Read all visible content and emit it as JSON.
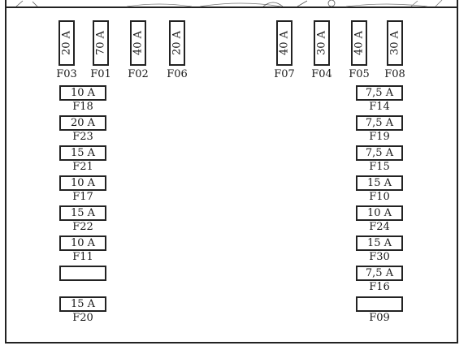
{
  "top_row": [
    {
      "rating": "20 A",
      "code": "F03"
    },
    {
      "rating": "70 A",
      "code": "F01"
    },
    {
      "rating": "40 A",
      "code": "F02"
    },
    {
      "rating": "20 A",
      "code": "F06"
    },
    {
      "rating": "40 A",
      "code": "F07"
    },
    {
      "rating": "30 A",
      "code": "F04"
    },
    {
      "rating": "40 A",
      "code": "F05"
    },
    {
      "rating": "30 A",
      "code": "F08"
    }
  ],
  "left_column": [
    {
      "rating": "10 A",
      "code": "F18"
    },
    {
      "rating": "20 A",
      "code": "F23"
    },
    {
      "rating": "15 A",
      "code": "F21"
    },
    {
      "rating": "10 A",
      "code": "F17"
    },
    {
      "rating": "15 A",
      "code": "F22"
    },
    {
      "rating": "10 A",
      "code": "F11"
    },
    {
      "rating": "",
      "code": ""
    },
    {
      "rating": "15 A",
      "code": "F20"
    }
  ],
  "right_column": [
    {
      "rating": "7,5 A",
      "code": "F14"
    },
    {
      "rating": "7,5 A",
      "code": "F19"
    },
    {
      "rating": "7,5 A",
      "code": "F15"
    },
    {
      "rating": "15 A",
      "code": "F10"
    },
    {
      "rating": "10 A",
      "code": "F24"
    },
    {
      "rating": "15 A",
      "code": "F30"
    },
    {
      "rating": "7,5 A",
      "code": "F16"
    },
    {
      "rating": "",
      "code": "F09"
    }
  ]
}
